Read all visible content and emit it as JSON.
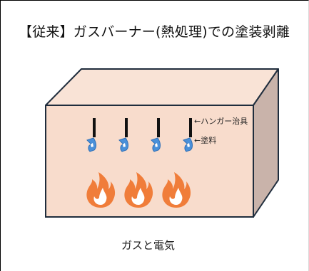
{
  "title": "【従来】ガスバーナー(熱処理)での塗装剥離",
  "labels": {
    "hanger": "←ハンガー治具",
    "paint": "←塗料"
  },
  "caption": "ガスと電気",
  "colors": {
    "box_front": "#f8dccc",
    "box_top": "#f9e3d6",
    "box_side": "#c9b3aa",
    "outline": "#1f2d3d",
    "hanger": "#111111",
    "paint": "#4a90d9",
    "flame_outer": "#f07d3a",
    "flame_inner": "#ffffff"
  },
  "icons": [
    "hanger-icon",
    "paint-coated-part-icon",
    "flame-icon"
  ]
}
